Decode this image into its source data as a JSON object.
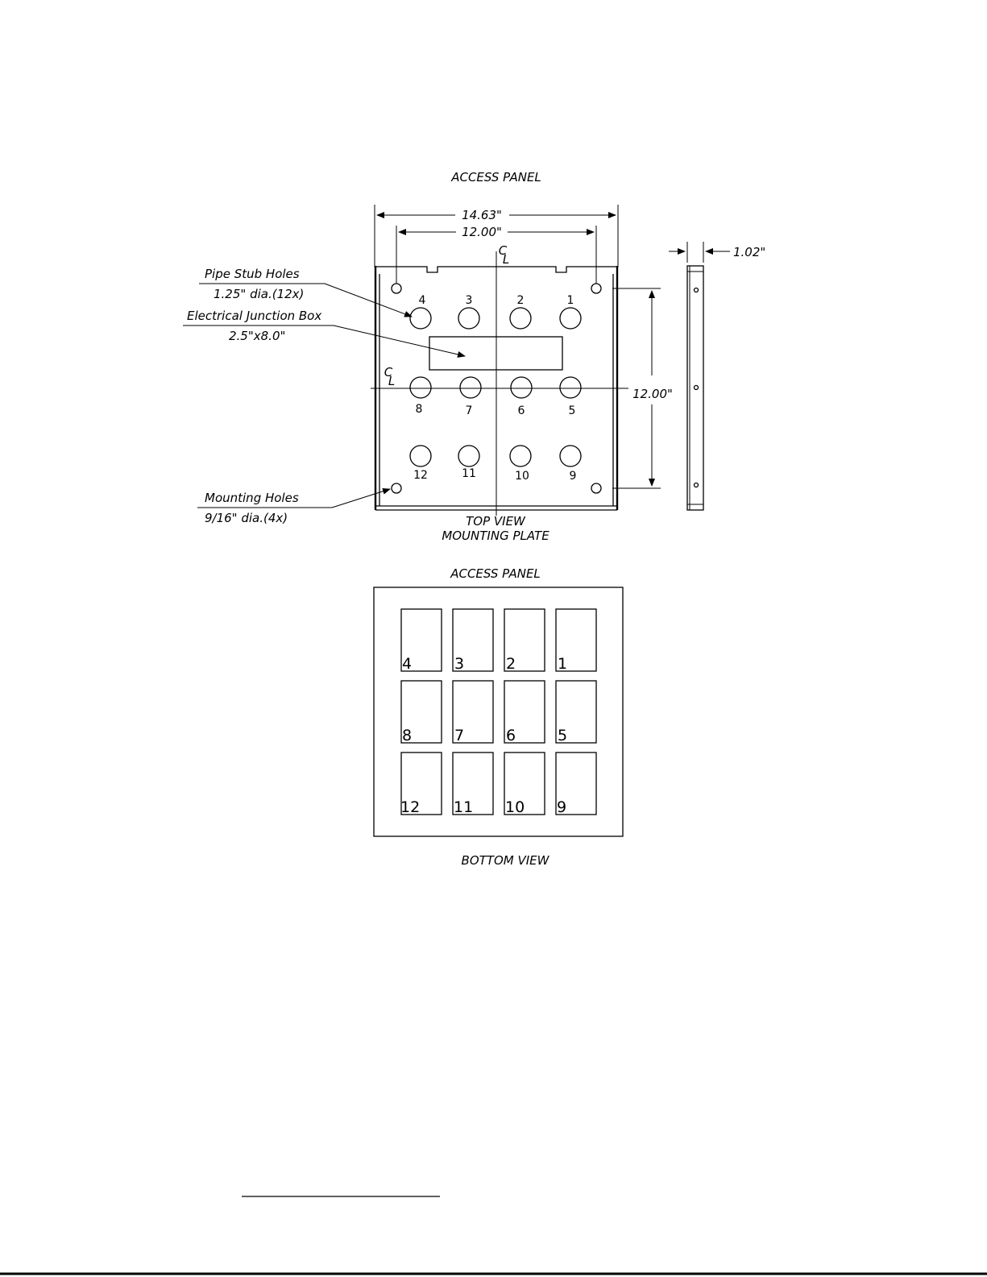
{
  "top_view": {
    "header": "ACCESS PANEL",
    "caption_line1": "TOP VIEW",
    "caption_line2": "MOUNTING PLATE",
    "dim_overall_width": "14.63\"",
    "dim_hole_spacing_h": "12.00\"",
    "dim_hole_spacing_v": "12.00\"",
    "dim_thickness": "1.02\"",
    "centerline_symbol": "C",
    "centerline_sub": "L",
    "callout_pipe_line1": "Pipe  Stub  Holes",
    "callout_pipe_line2": "1.25\"  dia.(12x)",
    "callout_box_line1": "Electrical  Junction  Box",
    "callout_box_line2": "2.5\"x8.0\"",
    "callout_mount_line1": "Mounting  Holes",
    "callout_mount_line2": "9/16\"  dia.(4x)",
    "hole_labels": [
      "4",
      "3",
      "2",
      "1",
      "8",
      "7",
      "6",
      "5",
      "12",
      "11",
      "10",
      "9"
    ]
  },
  "bottom_view": {
    "header": "ACCESS PANEL",
    "caption": "BOTTOM VIEW",
    "cell_labels": [
      "4",
      "3",
      "2",
      "1",
      "8",
      "7",
      "6",
      "5",
      "12",
      "11",
      "10",
      "9"
    ]
  }
}
